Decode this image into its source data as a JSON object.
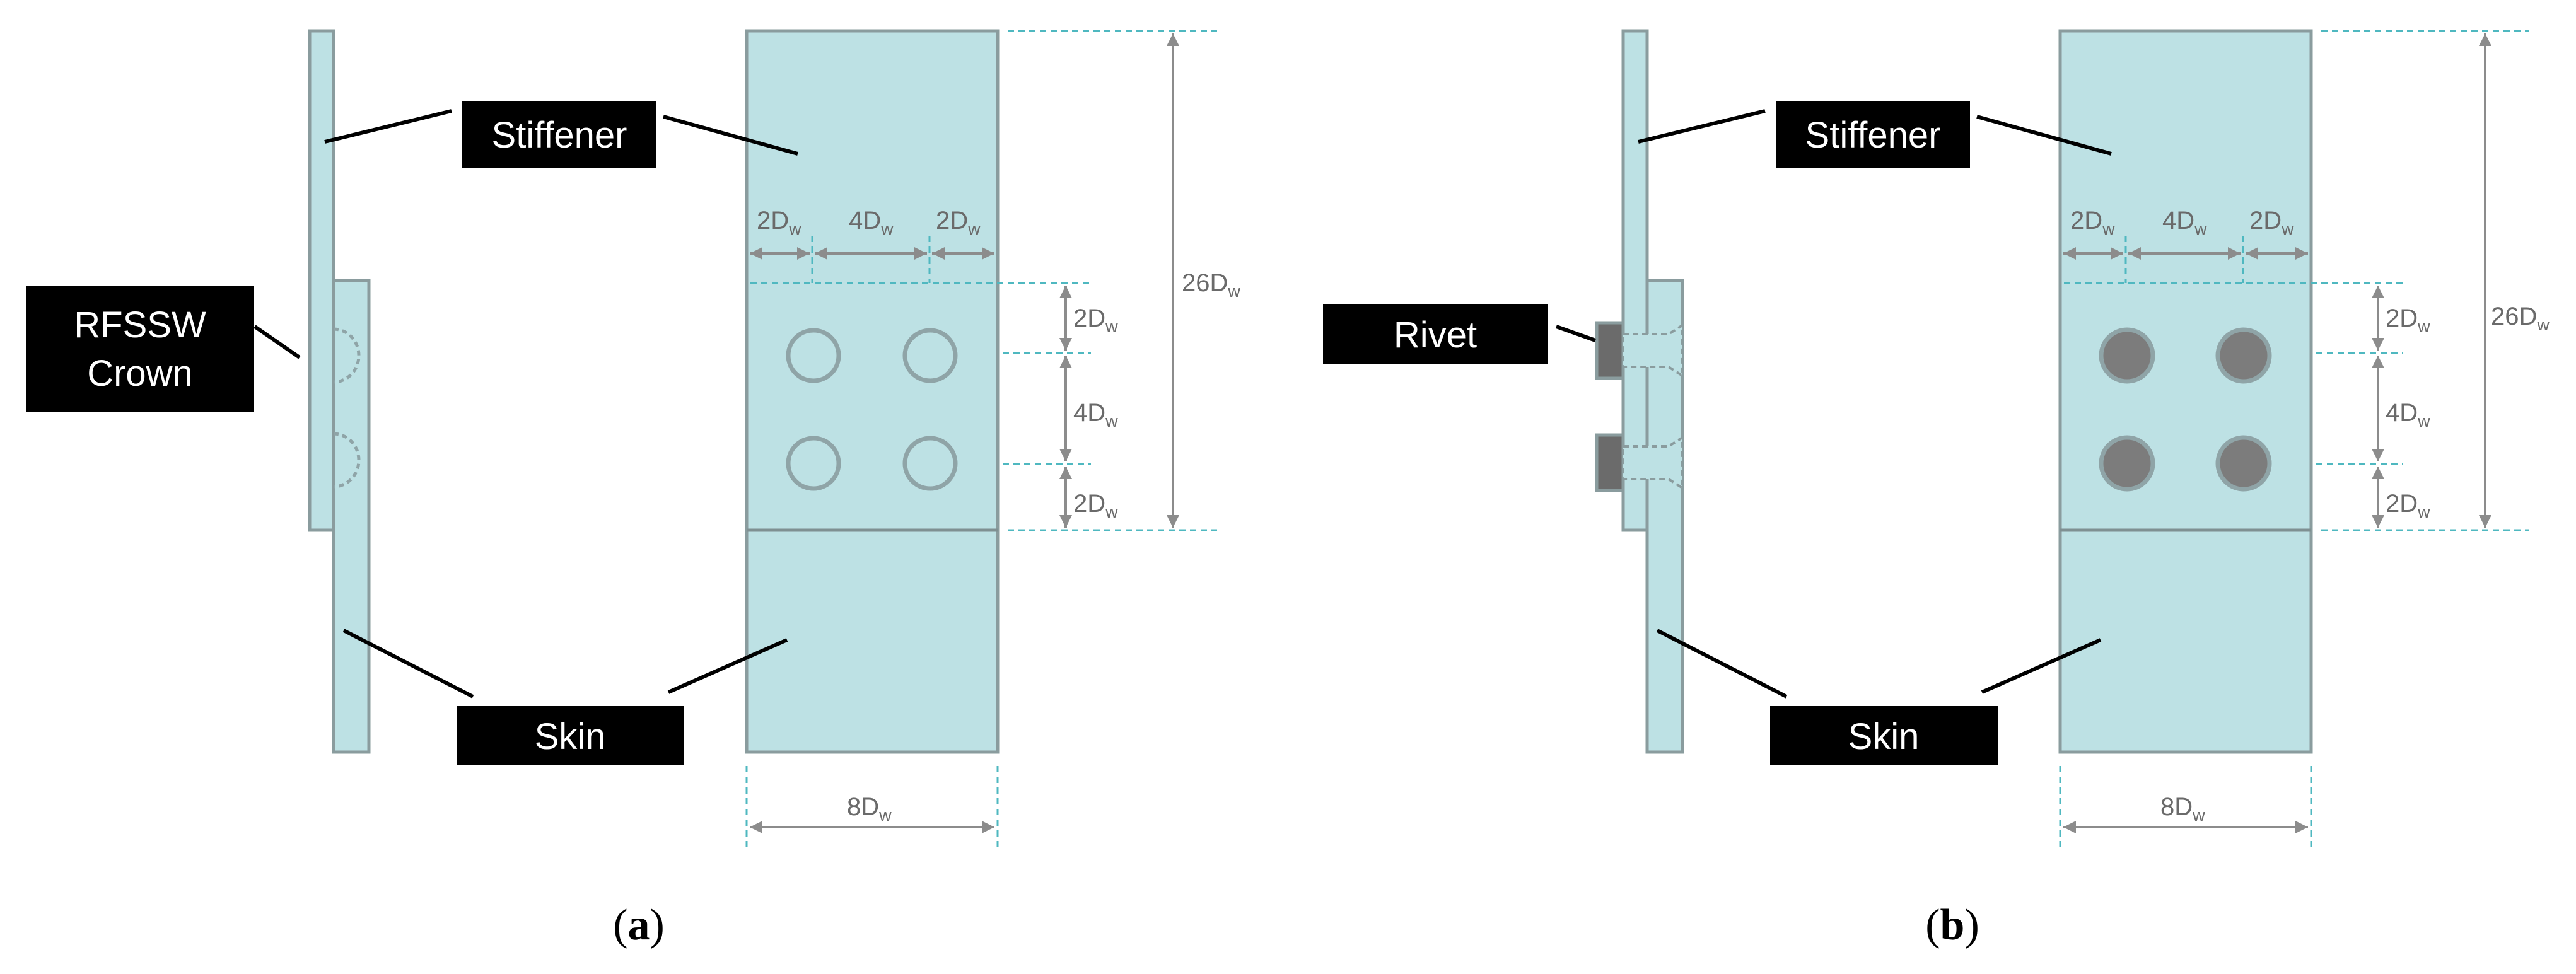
{
  "panel_a": {
    "labels": {
      "stiffener": "Stiffener",
      "skin": "Skin",
      "joint_line1": "RFSSW",
      "joint_line2": "Crown"
    },
    "caption": {
      "open": "(",
      "letter": "a",
      "close": ")"
    }
  },
  "panel_b": {
    "labels": {
      "stiffener": "Stiffener",
      "skin": "Skin",
      "joint": "Rivet"
    },
    "caption": {
      "open": "(",
      "letter": "b",
      "close": ")"
    }
  },
  "dimensions": {
    "spacing_edge": {
      "value": "2D",
      "sub": "w"
    },
    "spacing_mid": {
      "value": "4D",
      "sub": "w"
    },
    "overlap": {
      "value": "26D",
      "sub": "w"
    },
    "width": {
      "value": "8D",
      "sub": "w"
    }
  },
  "colors": {
    "plate_fill": "#bde1e4",
    "plate_stroke": "#8a9c9e",
    "guide_dash": "#4fb8c0",
    "dimension": "#8c8c8c",
    "label_box": "#000000",
    "rivet_fill": "#7c7c7c"
  }
}
